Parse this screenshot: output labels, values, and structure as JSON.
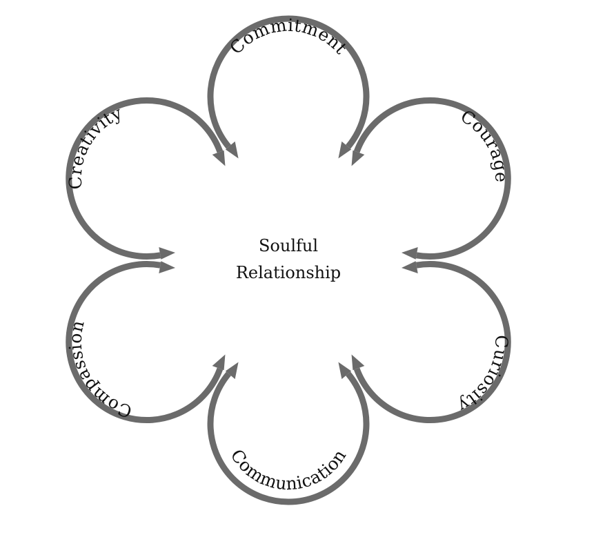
{
  "diagram": {
    "center": {
      "line1": "Soulful",
      "line2": "Relationship"
    },
    "petals": [
      {
        "label": "Commitment"
      },
      {
        "label": "Courage"
      },
      {
        "label": "Curiosity"
      },
      {
        "label": "Communication"
      },
      {
        "label": "Compassion"
      },
      {
        "label": "Creativity"
      }
    ],
    "colors": {
      "stroke": "#6b6b6b",
      "text": "#111111",
      "background": "#ffffff"
    }
  }
}
